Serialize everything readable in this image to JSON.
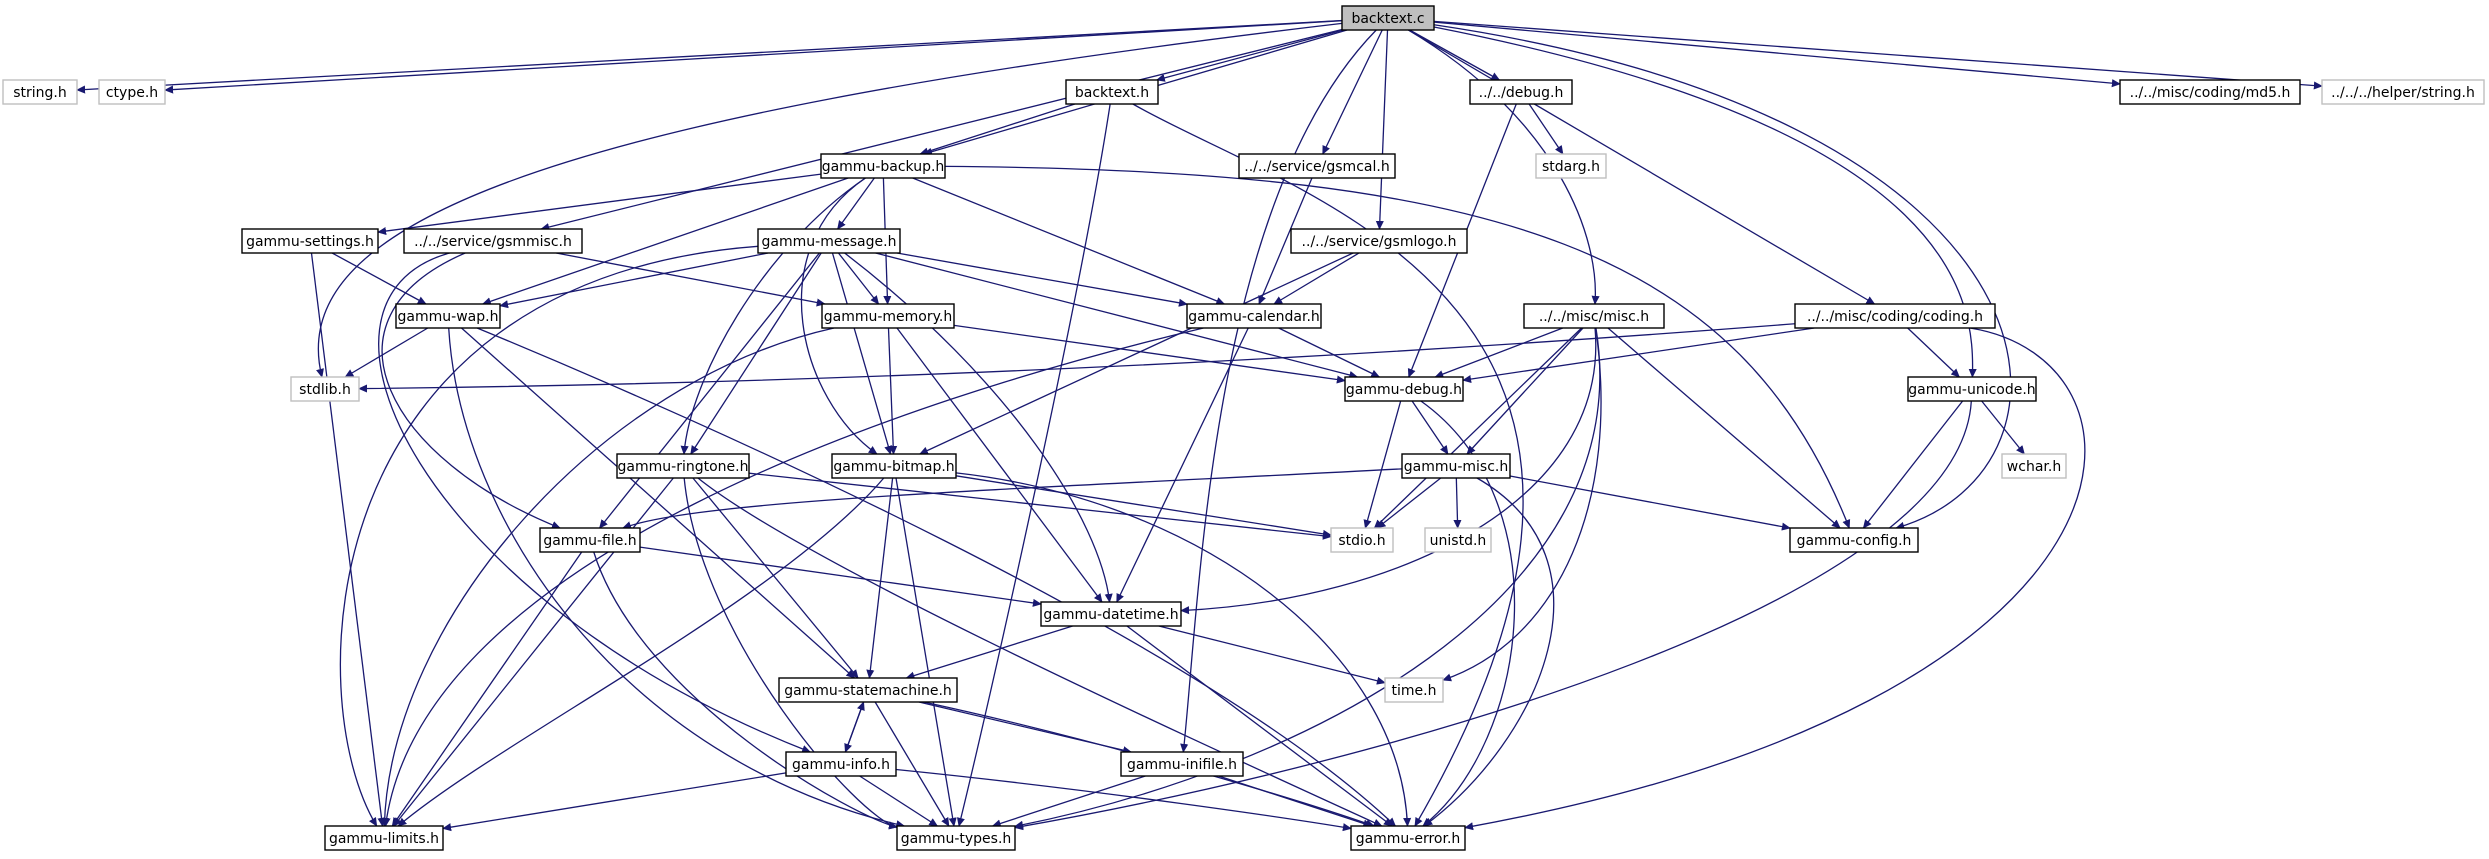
{
  "colors": {
    "edge": "#191970",
    "node_border": "#000000",
    "root_fill": "#bfbfbf",
    "missing_border": "#bfbfbf",
    "label": "#000000"
  },
  "nodes": [
    {
      "id": "backtext_c",
      "label": "backtext.c",
      "style": "root"
    },
    {
      "id": "string_h",
      "label": "string.h",
      "style": "missing"
    },
    {
      "id": "ctype_h",
      "label": "ctype.h",
      "style": "missing"
    },
    {
      "id": "backtext_h",
      "label": "backtext.h",
      "style": "normal"
    },
    {
      "id": "debug_h",
      "label": "../../debug.h",
      "style": "normal"
    },
    {
      "id": "md5_h",
      "label": "../../misc/coding/md5.h",
      "style": "normal"
    },
    {
      "id": "helper_string_h",
      "label": "../../../helper/string.h",
      "style": "missing"
    },
    {
      "id": "gammu_backup_h",
      "label": "gammu-backup.h",
      "style": "normal"
    },
    {
      "id": "gsmcal_h",
      "label": "../../service/gsmcal.h",
      "style": "normal"
    },
    {
      "id": "stdarg_h",
      "label": "stdarg.h",
      "style": "missing"
    },
    {
      "id": "gammu_settings_h",
      "label": "gammu-settings.h",
      "style": "normal"
    },
    {
      "id": "gsmmisc_h",
      "label": "../../service/gsmmisc.h",
      "style": "normal"
    },
    {
      "id": "gammu_message_h",
      "label": "gammu-message.h",
      "style": "normal"
    },
    {
      "id": "gsmlogo_h",
      "label": "../../service/gsmlogo.h",
      "style": "normal"
    },
    {
      "id": "misc_misc_h",
      "label": "../../misc/misc.h",
      "style": "normal"
    },
    {
      "id": "coding_h",
      "label": "../../misc/coding/coding.h",
      "style": "normal"
    },
    {
      "id": "gammu_wap_h",
      "label": "gammu-wap.h",
      "style": "normal"
    },
    {
      "id": "gammu_memory_h",
      "label": "gammu-memory.h",
      "style": "normal"
    },
    {
      "id": "gammu_calendar_h",
      "label": "gammu-calendar.h",
      "style": "normal"
    },
    {
      "id": "stdlib_h",
      "label": "stdlib.h",
      "style": "missing"
    },
    {
      "id": "gammu_debug_h",
      "label": "gammu-debug.h",
      "style": "normal"
    },
    {
      "id": "gammu_unicode_h",
      "label": "gammu-unicode.h",
      "style": "normal"
    },
    {
      "id": "gammu_ringtone_h",
      "label": "gammu-ringtone.h",
      "style": "normal"
    },
    {
      "id": "gammu_bitmap_h",
      "label": "gammu-bitmap.h",
      "style": "normal"
    },
    {
      "id": "gammu_misc_h",
      "label": "gammu-misc.h",
      "style": "normal"
    },
    {
      "id": "wchar_h",
      "label": "wchar.h",
      "style": "missing"
    },
    {
      "id": "gammu_file_h",
      "label": "gammu-file.h",
      "style": "normal"
    },
    {
      "id": "stdio_h",
      "label": "stdio.h",
      "style": "missing"
    },
    {
      "id": "unistd_h",
      "label": "unistd.h",
      "style": "missing"
    },
    {
      "id": "gammu_config_h",
      "label": "gammu-config.h",
      "style": "normal"
    },
    {
      "id": "gammu_datetime_h",
      "label": "gammu-datetime.h",
      "style": "normal"
    },
    {
      "id": "gammu_statemachine_h",
      "label": "gammu-statemachine.h",
      "style": "normal"
    },
    {
      "id": "time_h",
      "label": "time.h",
      "style": "missing"
    },
    {
      "id": "gammu_info_h",
      "label": "gammu-info.h",
      "style": "normal"
    },
    {
      "id": "gammu_inifile_h",
      "label": "gammu-inifile.h",
      "style": "normal"
    },
    {
      "id": "gammu_limits_h",
      "label": "gammu-limits.h",
      "style": "normal"
    },
    {
      "id": "gammu_types_h",
      "label": "gammu-types.h",
      "style": "normal"
    },
    {
      "id": "gammu_error_h",
      "label": "gammu-error.h",
      "style": "normal"
    }
  ],
  "edges": [
    [
      "backtext_c",
      "string_h"
    ],
    [
      "backtext_c",
      "ctype_h"
    ],
    [
      "backtext_c",
      "backtext_h"
    ],
    [
      "backtext_c",
      "debug_h"
    ],
    [
      "backtext_c",
      "md5_h"
    ],
    [
      "backtext_c",
      "helper_string_h"
    ],
    [
      "backtext_c",
      "gammu_backup_h"
    ],
    [
      "backtext_c",
      "gsmcal_h"
    ],
    [
      "backtext_c",
      "gsmmisc_h"
    ],
    [
      "backtext_c",
      "gsmlogo_h"
    ],
    [
      "backtext_c",
      "misc_misc_h"
    ],
    [
      "backtext_c",
      "coding_h"
    ],
    [
      "backtext_c",
      "stdlib_h"
    ],
    [
      "backtext_c",
      "gammu_unicode_h"
    ],
    [
      "backtext_c",
      "gammu_config_h"
    ],
    [
      "backtext_c",
      "gammu_inifile_h"
    ],
    [
      "backtext_h",
      "gammu_backup_h"
    ],
    [
      "backtext_h",
      "gammu_types_h"
    ],
    [
      "backtext_h",
      "gammu_error_h"
    ],
    [
      "debug_h",
      "stdarg_h"
    ],
    [
      "debug_h",
      "gammu_debug_h"
    ],
    [
      "gammu_backup_h",
      "gammu_settings_h"
    ],
    [
      "gammu_backup_h",
      "gammu_message_h"
    ],
    [
      "gammu_backup_h",
      "gammu_wap_h"
    ],
    [
      "gammu_backup_h",
      "gammu_memory_h"
    ],
    [
      "gammu_backup_h",
      "gammu_calendar_h"
    ],
    [
      "gammu_backup_h",
      "gammu_ringtone_h"
    ],
    [
      "gammu_backup_h",
      "gammu_bitmap_h"
    ],
    [
      "gammu_backup_h",
      "gammu_config_h"
    ],
    [
      "gsmcal_h",
      "gammu_calendar_h"
    ],
    [
      "gammu_settings_h",
      "gammu_wap_h"
    ],
    [
      "gammu_settings_h",
      "gammu_limits_h"
    ],
    [
      "gsmmisc_h",
      "gammu_memory_h"
    ],
    [
      "gsmmisc_h",
      "gammu_file_h"
    ],
    [
      "gsmmisc_h",
      "gammu_info_h"
    ],
    [
      "gammu_message_h",
      "gammu_wap_h"
    ],
    [
      "gammu_message_h",
      "gammu_memory_h"
    ],
    [
      "gammu_message_h",
      "gammu_calendar_h"
    ],
    [
      "gammu_message_h",
      "gammu_debug_h"
    ],
    [
      "gammu_message_h",
      "gammu_ringtone_h"
    ],
    [
      "gammu_message_h",
      "gammu_bitmap_h"
    ],
    [
      "gammu_message_h",
      "gammu_file_h"
    ],
    [
      "gammu_message_h",
      "gammu_datetime_h"
    ],
    [
      "gammu_message_h",
      "gammu_limits_h"
    ],
    [
      "gsmlogo_h",
      "gammu_calendar_h"
    ],
    [
      "gsmlogo_h",
      "gammu_bitmap_h"
    ],
    [
      "misc_misc_h",
      "gammu_debug_h"
    ],
    [
      "misc_misc_h",
      "gammu_misc_h"
    ],
    [
      "misc_misc_h",
      "stdio_h"
    ],
    [
      "misc_misc_h",
      "gammu_config_h"
    ],
    [
      "misc_misc_h",
      "gammu_datetime_h"
    ],
    [
      "misc_misc_h",
      "time_h"
    ],
    [
      "misc_misc_h",
      "gammu_types_h"
    ],
    [
      "coding_h",
      "stdlib_h"
    ],
    [
      "coding_h",
      "gammu_debug_h"
    ],
    [
      "coding_h",
      "gammu_unicode_h"
    ],
    [
      "coding_h",
      "gammu_error_h"
    ],
    [
      "gammu_wap_h",
      "stdlib_h"
    ],
    [
      "gammu_wap_h",
      "gammu_statemachine_h"
    ],
    [
      "gammu_wap_h",
      "gammu_types_h"
    ],
    [
      "gammu_wap_h",
      "gammu_error_h"
    ],
    [
      "gammu_memory_h",
      "gammu_bitmap_h"
    ],
    [
      "gammu_memory_h",
      "gammu_debug_h"
    ],
    [
      "gammu_memory_h",
      "gammu_datetime_h"
    ],
    [
      "gammu_memory_h",
      "gammu_limits_h"
    ],
    [
      "gammu_calendar_h",
      "gammu_debug_h"
    ],
    [
      "gammu_calendar_h",
      "gammu_datetime_h"
    ],
    [
      "gammu_calendar_h",
      "gammu_limits_h"
    ],
    [
      "gammu_debug_h",
      "stdio_h"
    ],
    [
      "gammu_debug_h",
      "gammu_misc_h"
    ],
    [
      "gammu_debug_h",
      "gammu_error_h"
    ],
    [
      "gammu_unicode_h",
      "wchar_h"
    ],
    [
      "gammu_unicode_h",
      "gammu_config_h"
    ],
    [
      "gammu_unicode_h",
      "gammu_types_h"
    ],
    [
      "gammu_ringtone_h",
      "stdio_h"
    ],
    [
      "gammu_ringtone_h",
      "gammu_limits_h"
    ],
    [
      "gammu_ringtone_h",
      "gammu_statemachine_h"
    ],
    [
      "gammu_ringtone_h",
      "gammu_types_h"
    ],
    [
      "gammu_ringtone_h",
      "gammu_error_h"
    ],
    [
      "gammu_bitmap_h",
      "stdio_h"
    ],
    [
      "gammu_bitmap_h",
      "gammu_statemachine_h"
    ],
    [
      "gammu_bitmap_h",
      "gammu_types_h"
    ],
    [
      "gammu_bitmap_h",
      "gammu_limits_h"
    ],
    [
      "gammu_bitmap_h",
      "gammu_error_h"
    ],
    [
      "gammu_misc_h",
      "gammu_file_h"
    ],
    [
      "gammu_misc_h",
      "stdio_h"
    ],
    [
      "gammu_misc_h",
      "unistd_h"
    ],
    [
      "gammu_misc_h",
      "gammu_config_h"
    ],
    [
      "gammu_misc_h",
      "gammu_error_h"
    ],
    [
      "gammu_file_h",
      "gammu_datetime_h"
    ],
    [
      "gammu_file_h",
      "gammu_limits_h"
    ],
    [
      "gammu_file_h",
      "gammu_types_h"
    ],
    [
      "gammu_datetime_h",
      "gammu_statemachine_h"
    ],
    [
      "gammu_datetime_h",
      "time_h"
    ],
    [
      "gammu_datetime_h",
      "gammu_error_h"
    ],
    [
      "gammu_statemachine_h",
      "gammu_info_h"
    ],
    [
      "gammu_statemachine_h",
      "gammu_inifile_h"
    ],
    [
      "gammu_statemachine_h",
      "gammu_types_h"
    ],
    [
      "gammu_statemachine_h",
      "gammu_error_h"
    ],
    [
      "gammu_info_h",
      "gammu_statemachine_h"
    ],
    [
      "gammu_info_h",
      "gammu_limits_h"
    ],
    [
      "gammu_info_h",
      "gammu_types_h"
    ],
    [
      "gammu_info_h",
      "gammu_error_h"
    ],
    [
      "gammu_inifile_h",
      "gammu_types_h"
    ],
    [
      "gammu_inifile_h",
      "gammu_error_h"
    ]
  ]
}
